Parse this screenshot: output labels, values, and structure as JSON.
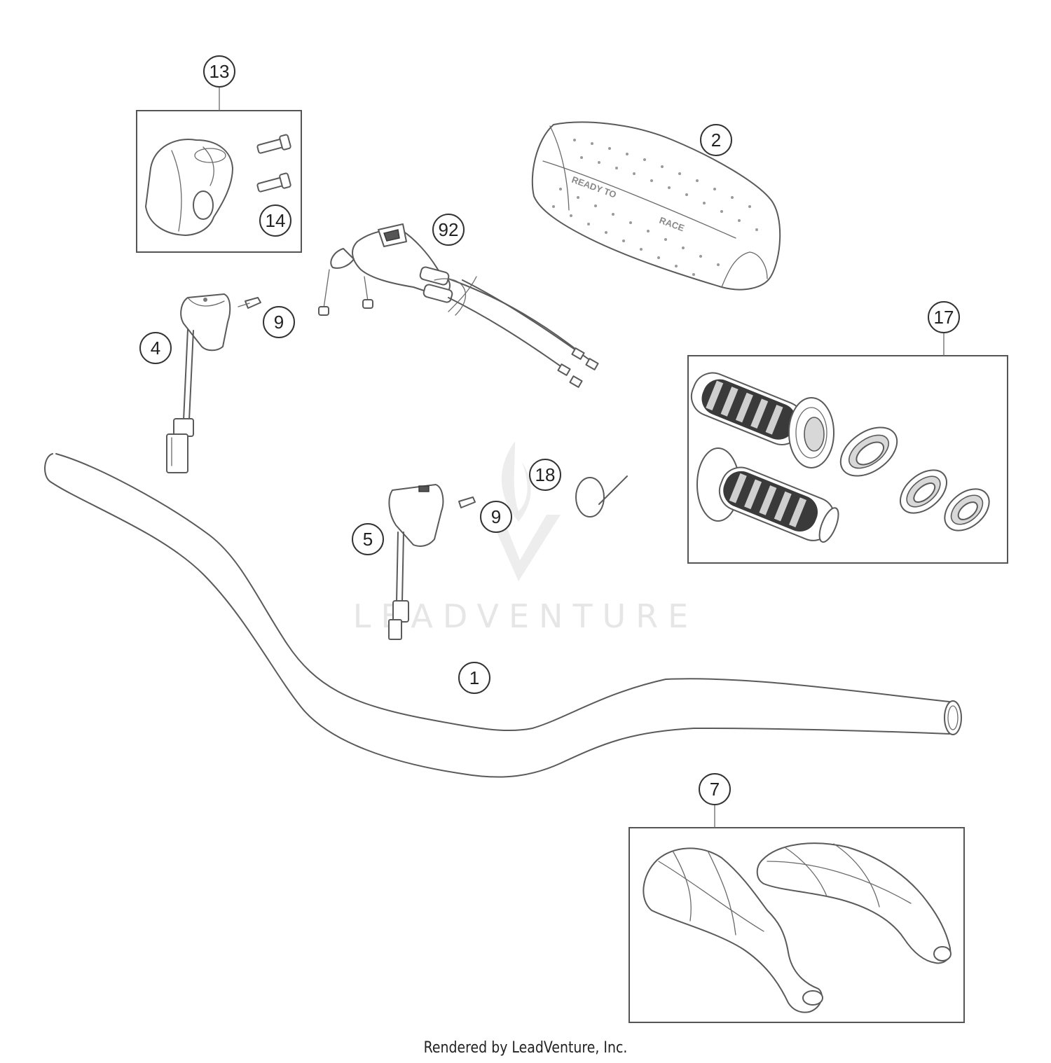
{
  "diagram": {
    "callouts": [
      {
        "id": "c13",
        "label": "13"
      },
      {
        "id": "c14",
        "label": "14"
      },
      {
        "id": "c2",
        "label": "2"
      },
      {
        "id": "c92",
        "label": "92"
      },
      {
        "id": "c9a",
        "label": "9"
      },
      {
        "id": "c4",
        "label": "4"
      },
      {
        "id": "c17",
        "label": "17"
      },
      {
        "id": "c18",
        "label": "18"
      },
      {
        "id": "c9b",
        "label": "9"
      },
      {
        "id": "c5",
        "label": "5"
      },
      {
        "id": "c1",
        "label": "1"
      },
      {
        "id": "c7",
        "label": "7"
      }
    ],
    "pad_text_left": "READY TO",
    "pad_text_right": "RACE"
  },
  "watermark": {
    "text": "LEADVENTURE"
  },
  "footer": {
    "text": "Rendered by LeadVenture, Inc."
  }
}
